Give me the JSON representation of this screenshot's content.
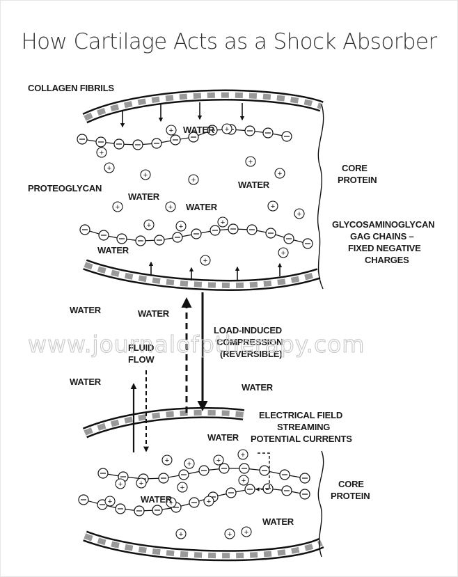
{
  "title": "How Cartilage Acts as a Shock Absorber",
  "watermark": "www.journalofptherapy.com",
  "labels": {
    "collagen_fibrils": "COLLAGEN FIBRILS",
    "proteoglycan": "PROTEOGLYCAN",
    "core_protein_1a": "CORE",
    "core_protein_1b": "PROTEIN",
    "gag_1": "GLYCOSAMINOGLYCAN",
    "gag_2": "GAG CHAINS –",
    "gag_3": "FIXED NEGATIVE",
    "gag_4": "CHARGES",
    "load_1": "LOAD-INDUCED",
    "load_2": "COMPRESSION",
    "load_3": "(REVERSIBLE)",
    "fluid_1": "FLUID",
    "fluid_2": "FLOW",
    "elec_1": "ELECTRICAL FIELD",
    "elec_2": "STREAMING",
    "elec_3": "POTENTIAL CURRENTS",
    "core_protein_2a": "CORE",
    "core_protein_2b": "PROTEIN",
    "water": "WATER"
  },
  "symbols": {
    "positive_charge": "+"
  }
}
